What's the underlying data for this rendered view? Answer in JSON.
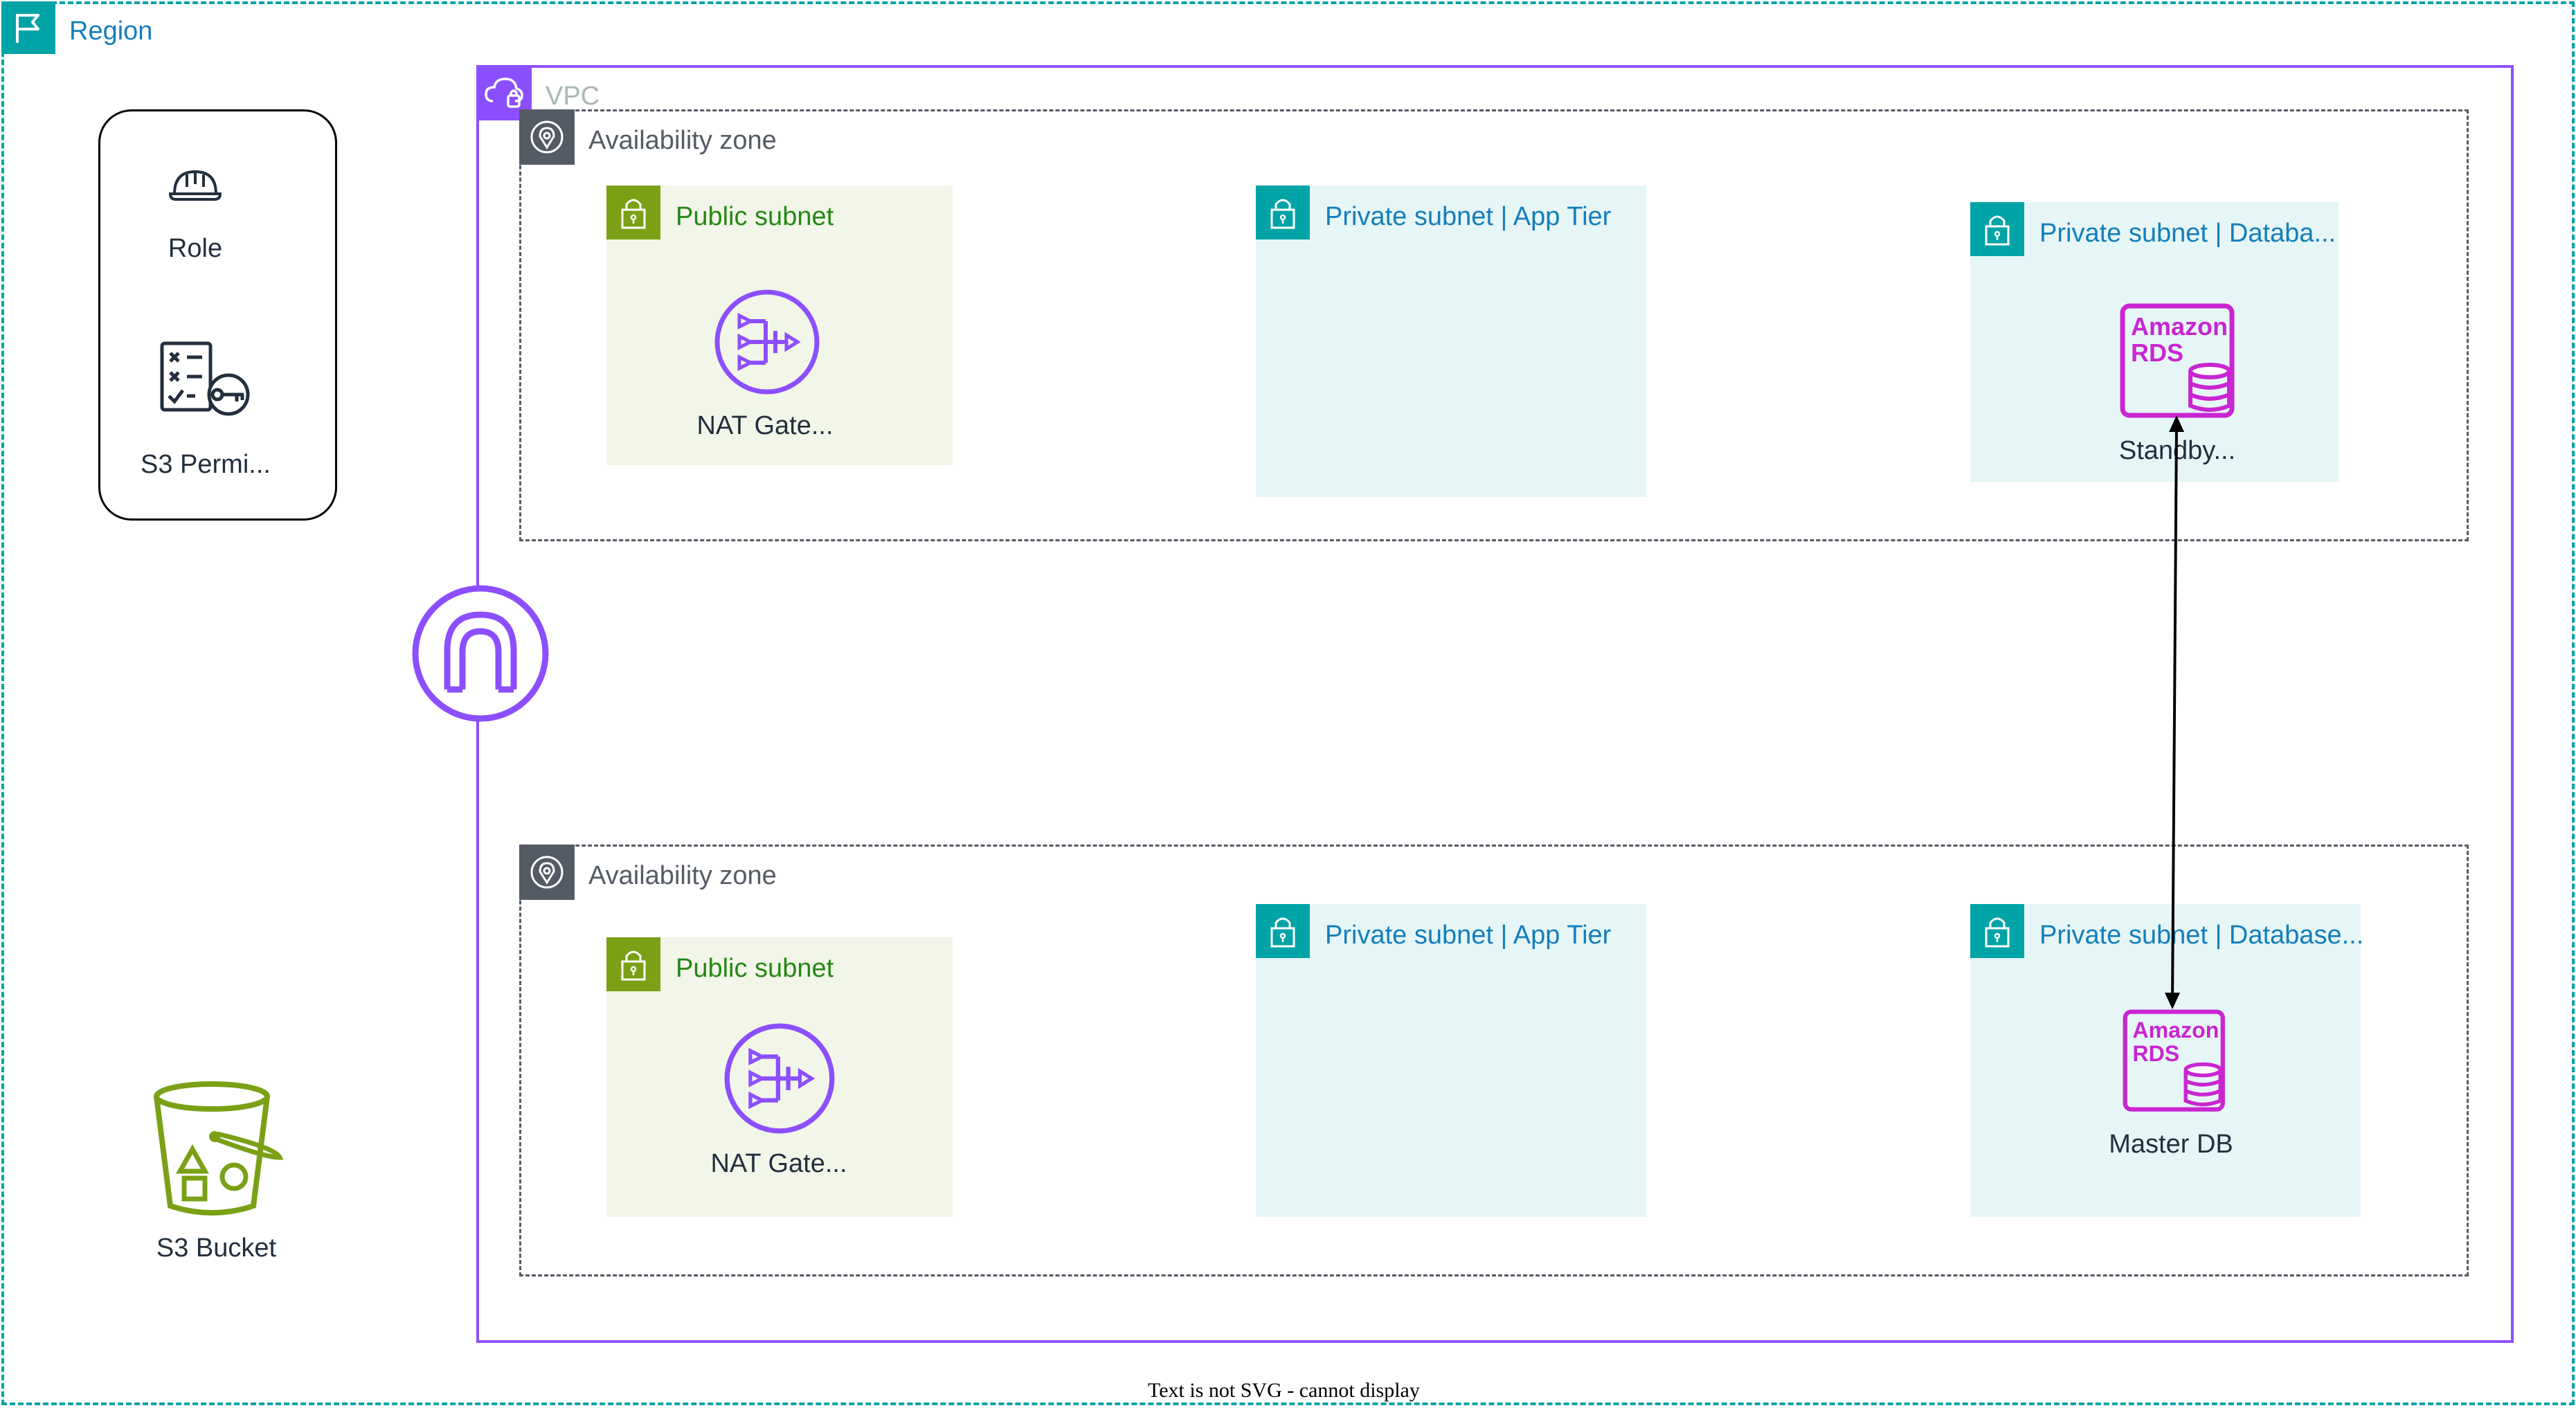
{
  "region": {
    "label": "Region"
  },
  "iam_group": {
    "role_label": "Role",
    "policy_label": "S3 Permi..."
  },
  "s3": {
    "label": "S3 Bucket"
  },
  "vpc": {
    "label": "VPC"
  },
  "az_top": {
    "label": "Availability zone",
    "public_subnet": {
      "label": "Public subnet",
      "nat_label": "NAT Gate..."
    },
    "app_subnet": {
      "label": "Private subnet | App Tier"
    },
    "db_subnet": {
      "label": "Private subnet | Databa...",
      "rds_label": "Standby..."
    }
  },
  "az_bottom": {
    "label": "Availability zone",
    "public_subnet": {
      "label": "Public subnet",
      "nat_label": "NAT Gate..."
    },
    "app_subnet": {
      "label": "Private subnet | App Tier"
    },
    "db_subnet": {
      "label": "Private subnet | Database...",
      "rds_label": "Master DB"
    }
  },
  "rds_icon_text": {
    "line1": "Amazon",
    "line2": "RDS"
  },
  "footer": {
    "text": "Text is not SVG - cannot display"
  },
  "colors": {
    "region": "#00a4a6",
    "vpc": "#8c4fff",
    "public_subnet": "#7aa116",
    "private_subnet": "#147eba",
    "rds": "#c925d1",
    "s3": "#7aa116",
    "az": "#545b64"
  }
}
